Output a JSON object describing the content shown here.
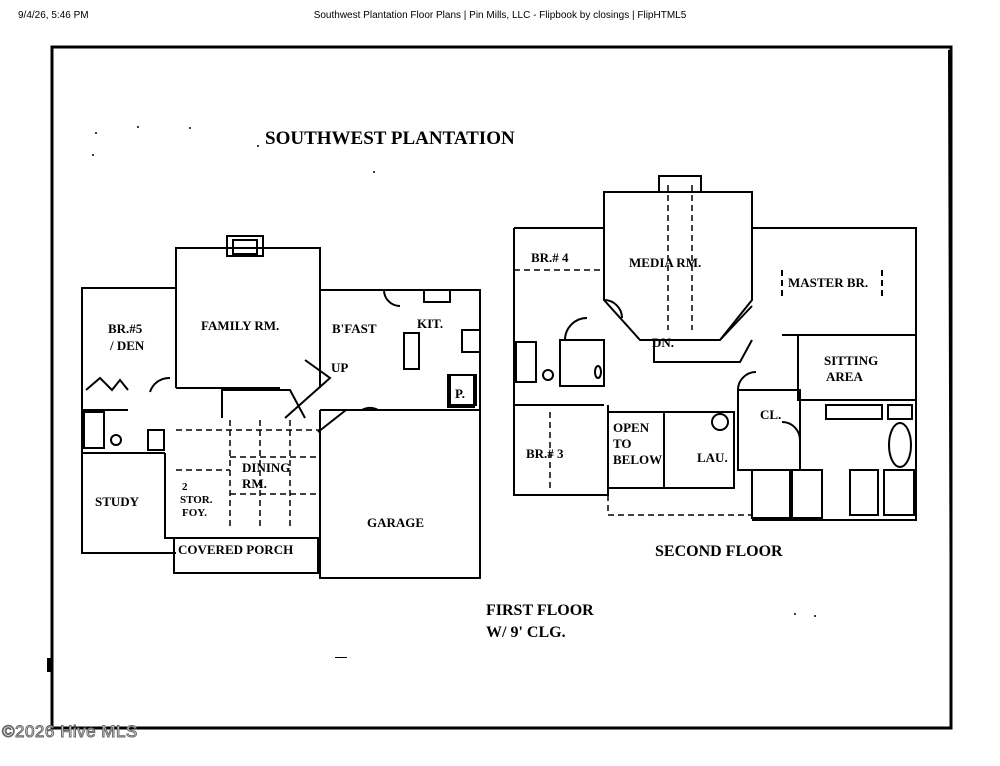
{
  "header": {
    "datetime": "9/4/26, 5:46 PM",
    "page_title": "Southwest Plantation Floor Plans | Pin Mills, LLC - Flipbook by closings | FlipHTML5"
  },
  "plan": {
    "title": "SOUTHWEST PLANTATION",
    "first_floor": {
      "caption_line1": "FIRST FLOOR",
      "caption_line2": "W/ 9' CLG.",
      "rooms": {
        "br5_line1": "BR.#5",
        "br5_line2": "/ DEN",
        "family": "FAMILY RM.",
        "bfast": "B'FAST",
        "kit": "KIT.",
        "up": "UP",
        "pantry": "P.",
        "study": "STUDY",
        "foyer_line1": "2",
        "foyer_line2": "STOR.",
        "foyer_line3": "FOY.",
        "dining_line1": "DINING",
        "dining_line2": "RM.",
        "garage": "GARAGE",
        "porch": "COVERED PORCH"
      }
    },
    "second_floor": {
      "caption": "SECOND FLOOR",
      "rooms": {
        "br4": "BR.# 4",
        "media": "MEDIA RM.",
        "master": "MASTER BR.",
        "dn": "DN.",
        "sitting_line1": "SITTING",
        "sitting_line2": "AREA",
        "cl": "CL.",
        "open_line1": "OPEN",
        "open_line2": "TO",
        "open_line3": "BELOW",
        "lau": "LAU.",
        "br3": "BR.# 3"
      }
    }
  },
  "watermark": "©2026 Hive MLS"
}
